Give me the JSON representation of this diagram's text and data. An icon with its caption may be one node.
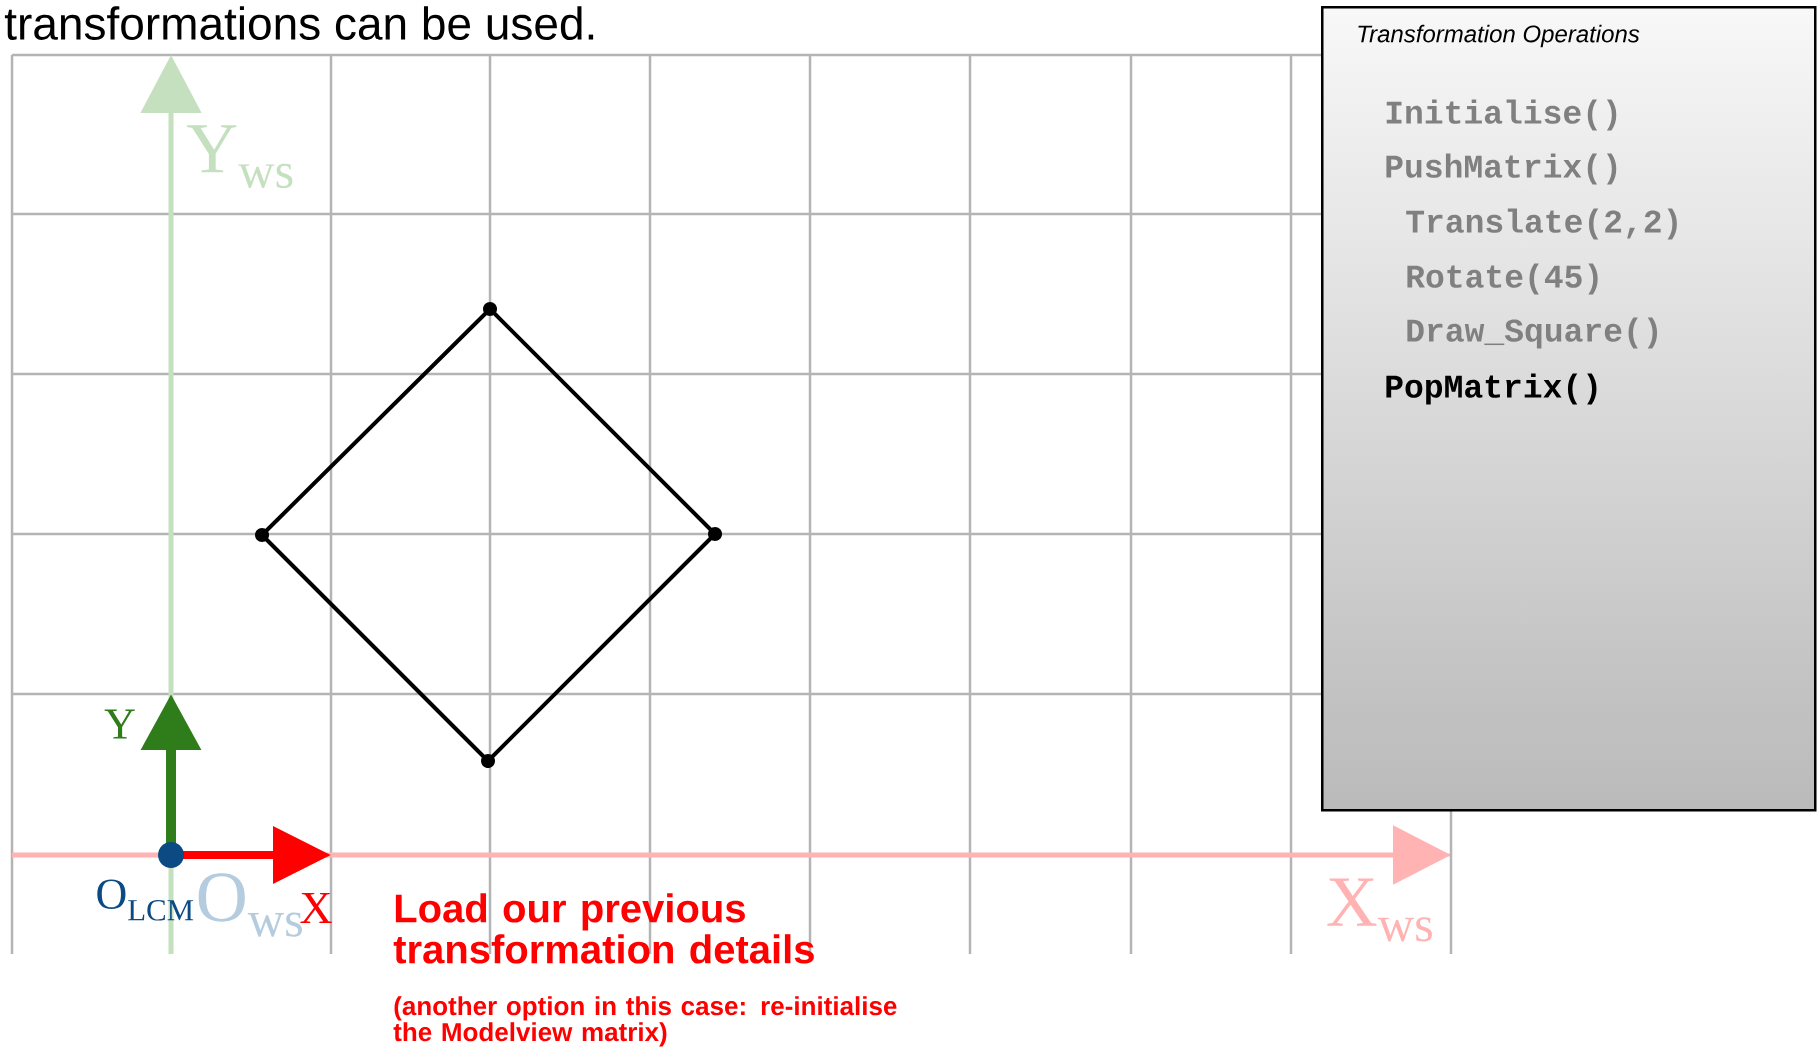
{
  "diagram": {
    "nodes": [
      {
        "text": [
          "Transformation Operations",
          "Initialise()",
          "PushMatrix()",
          "Translate(2,2)",
          "Rotate(45)",
          "Draw_Square()",
          "PopMatrix()"
        ]
      }
    ],
    "labels": [
      "transformations can be used.",
      "Y$_{ws}$",
      "Y",
      "O$_{LCM}$",
      "O$_{ws}$",
      "X",
      "X$_{ws}$",
      "Load our previous transformation details",
      "(another option in this case: re-initialise the Modelview matrix)"
    ]
  }
}
